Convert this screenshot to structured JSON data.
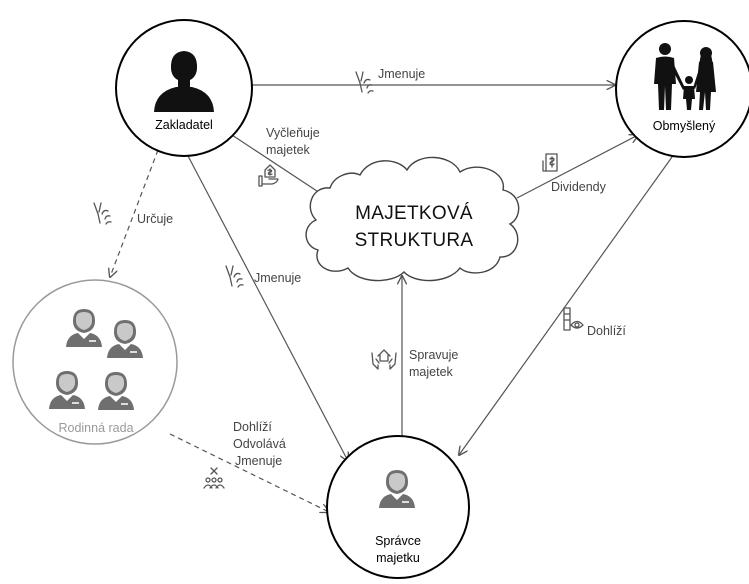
{
  "nodes": {
    "zakladatel": "Zakladatel",
    "obmysleny": "Obmyšlený",
    "rodinna_rada": "Rodinná rada",
    "spravce_line1": "Správce",
    "spravce_line2": "majetku",
    "struktura_line1": "MAJETKOVÁ",
    "struktura_line2": "STRUKTURA"
  },
  "edges": {
    "zakl_obm": "Jmenuje",
    "zakl_strukt_line1": "Vyčleňuje",
    "zakl_strukt_line2": "majetek",
    "zakl_rada": "Určuje",
    "zakl_spravce": "Jmenuje",
    "strukt_obm": "Dividendy",
    "obm_spravce": "Dohlíží",
    "spravce_strukt_line1": "Spravuje",
    "spravce_strukt_line2": "majetek",
    "rada_spravce_line1": "Dohlíží",
    "rada_spravce_line2": "Odvolává",
    "rada_spravce_line3": "Jmenuje"
  },
  "icons": [
    "person-silhouette-icon",
    "family-icon",
    "family-member-icon",
    "manager-icon",
    "handshake-icon",
    "hand-money-icon",
    "money-document-icon",
    "document-eye-icon",
    "hands-house-icon",
    "close-people-icon"
  ]
}
